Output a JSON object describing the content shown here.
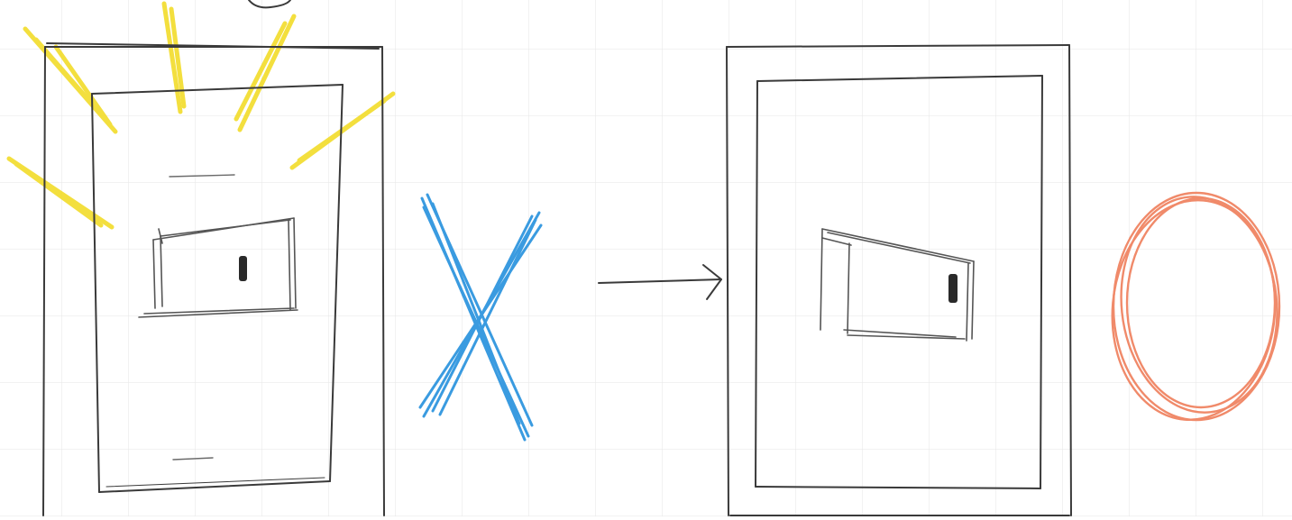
{
  "sketch": {
    "panels": [
      {
        "id": "before",
        "glow": true,
        "verdict": "cross"
      },
      {
        "id": "after",
        "glow": false,
        "verdict": "circle"
      }
    ],
    "colors": {
      "paper": "#ffffff",
      "grid": "#e6e6e6",
      "pencil": "#3a3a3a",
      "glow": "#f2dc2a",
      "cross": "#3a9be0",
      "circle": "#f08a6a"
    },
    "icons": {
      "glow": "light-rays-icon",
      "cross": "cross-mark-icon",
      "circle": "circle-mark-icon",
      "arrow": "right-arrow-icon"
    }
  }
}
